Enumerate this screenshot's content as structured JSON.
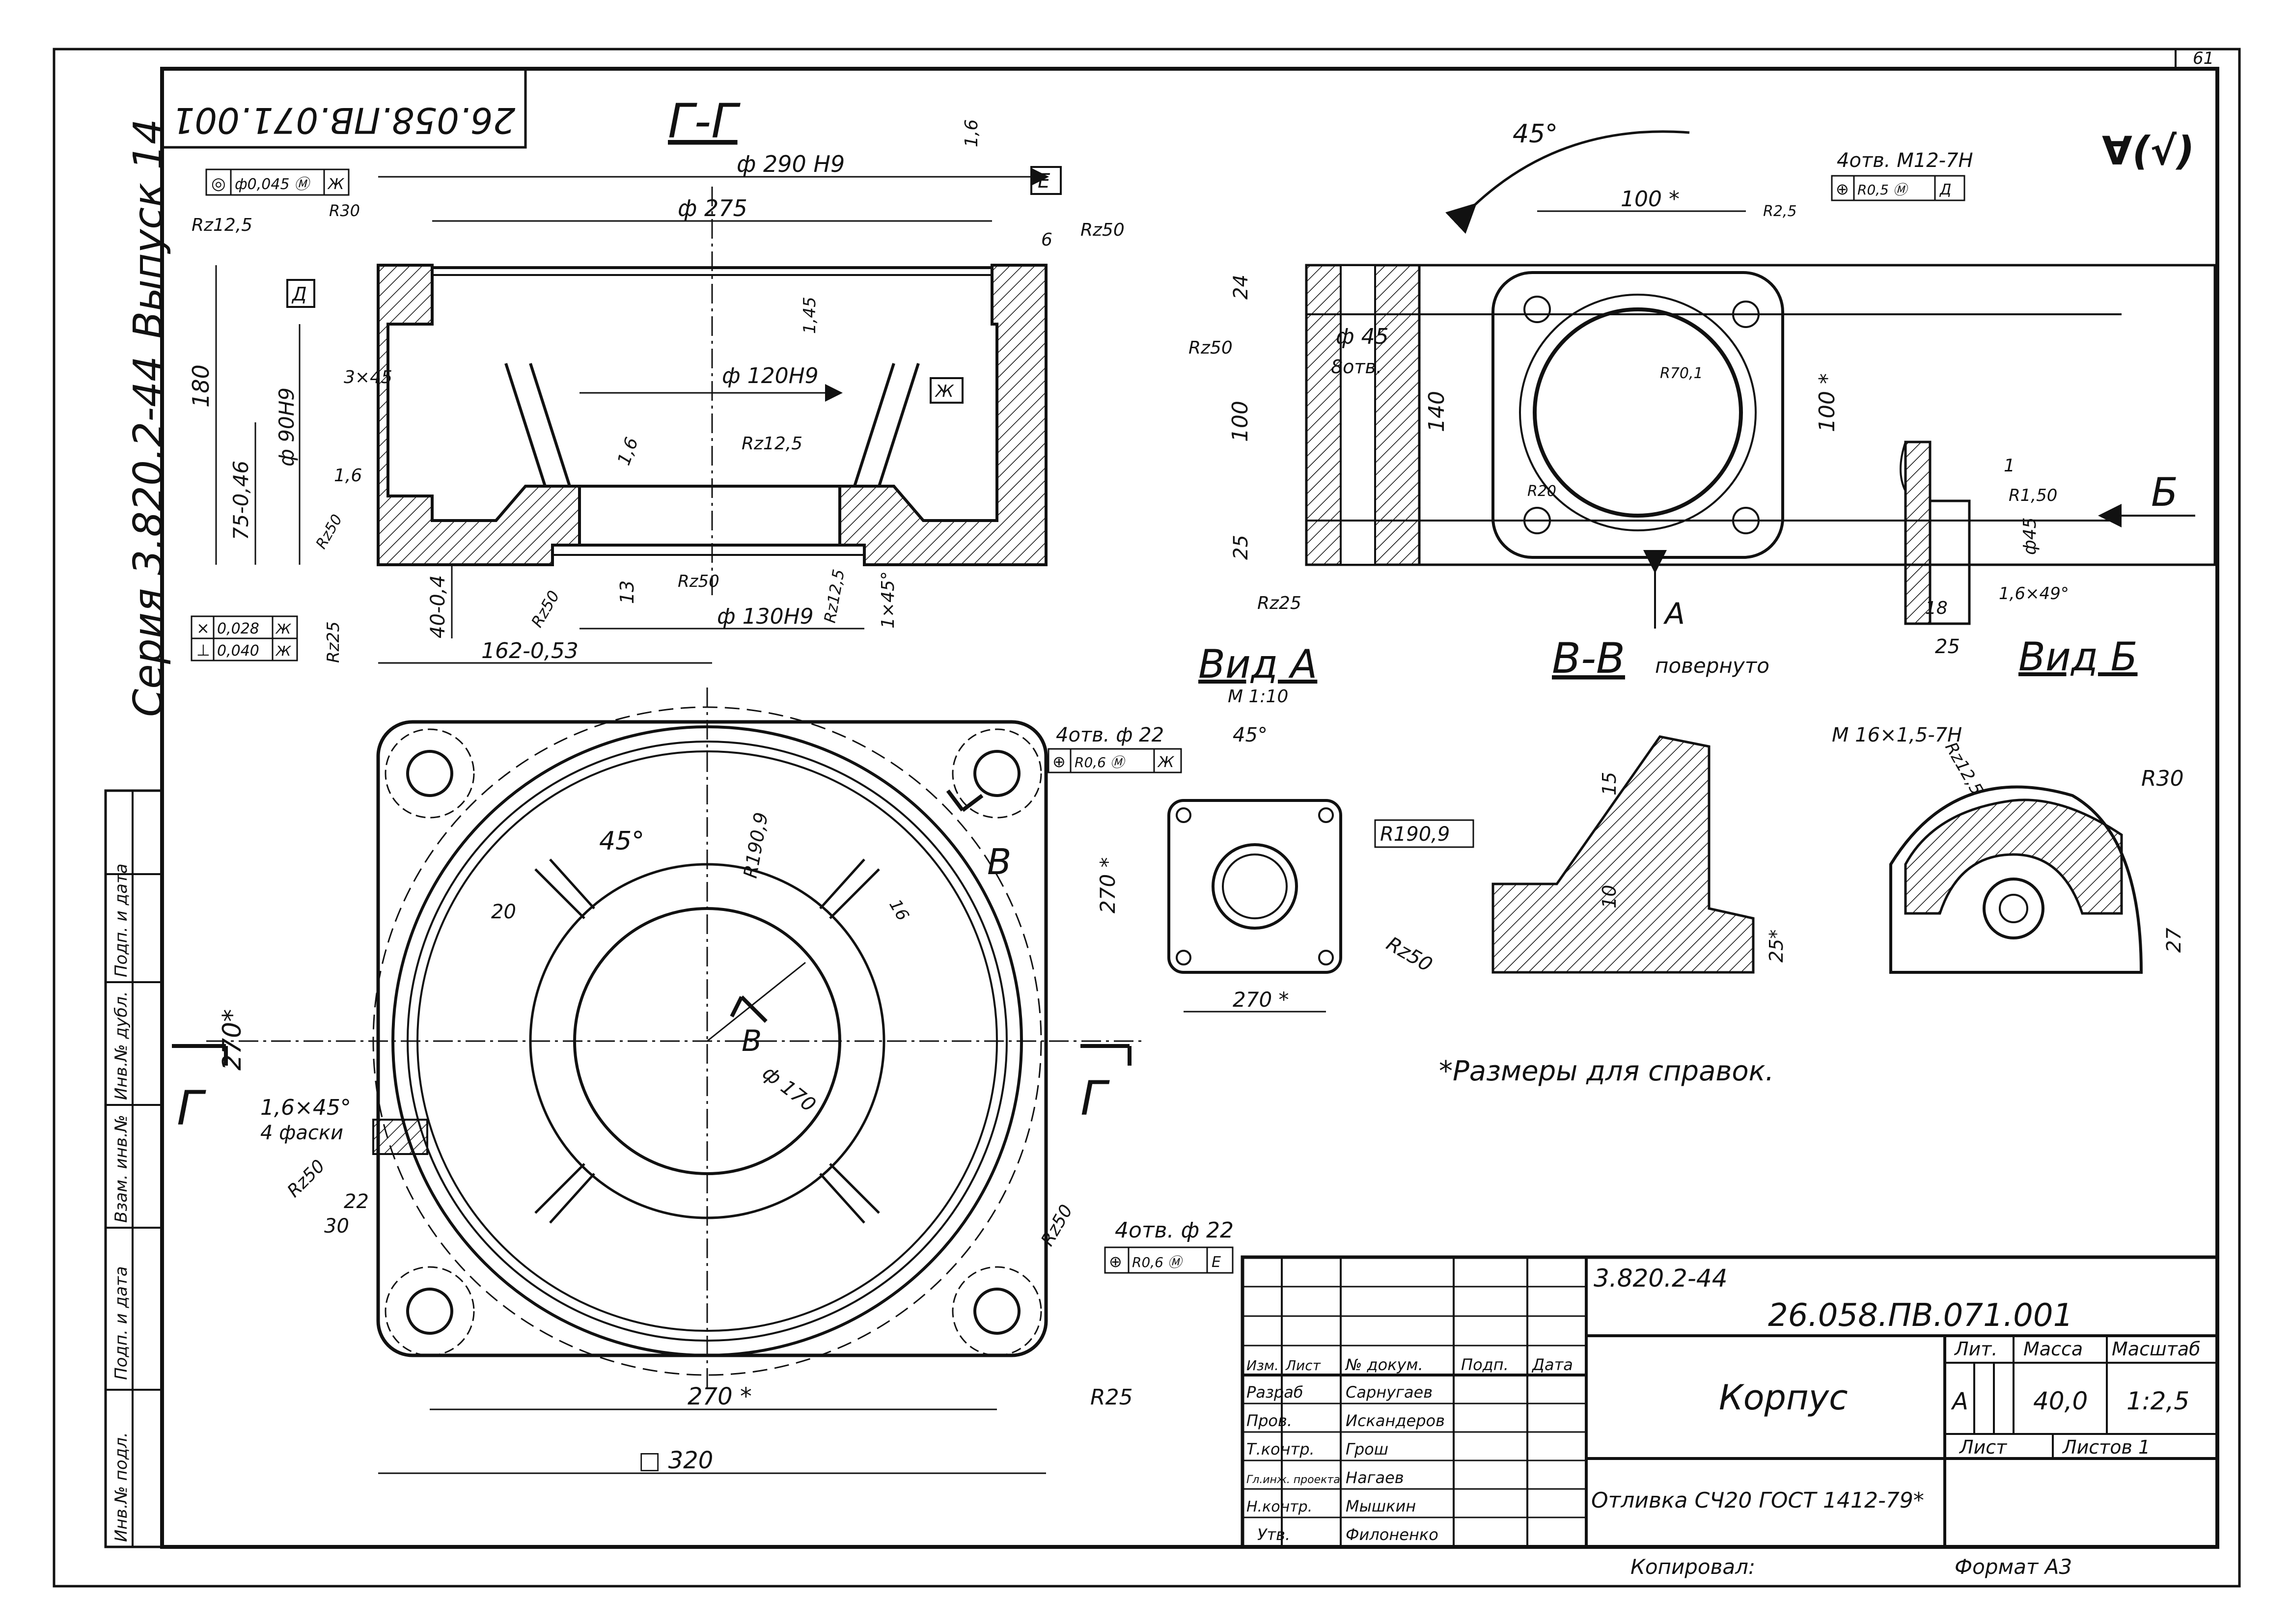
{
  "sheet_number": "61",
  "drawing_code_top": "26.058.ПВ.071.001",
  "series_label": "Серия 3.820.2-44",
  "issue_label": "Выпуск 14",
  "finish_symbol": "∀(√)",
  "section_gg": {
    "title": "Г-Г",
    "dims": {
      "d290": "ф 290 Н9",
      "d275": "ф 275",
      "d120": "ф 120Н9",
      "d90": "ф 90Н9",
      "d130": "ф 130Н9",
      "h180": "180",
      "h75": "75-0,46",
      "h40": "40-0,4",
      "l162": "162-0,53",
      "c3": "3×45",
      "c1": "1×45°",
      "v13": "13",
      "r30": "R30",
      "v6": "6",
      "v16a": "1,6",
      "v16b": "1,6",
      "v16c": "1,6",
      "v145": "1,45"
    },
    "roughness": [
      "Rz12,5",
      "Rz50",
      "Rz12,5",
      "Rz50",
      "Rz50",
      "Rz12,5",
      "Rz25",
      "Rz50"
    ],
    "tolerance_top": [
      "◎",
      "ф0,045 Ⓜ",
      "Ж"
    ],
    "tolerance_left_1": [
      "×",
      "0,028",
      "Ж"
    ],
    "tolerance_left_2": [
      "⊥",
      "0,040",
      "Ж"
    ],
    "datum_e": "Е",
    "datum_d": "Д",
    "datum_zh": "Ж"
  },
  "section_vv": {
    "title": "В-В",
    "note": "повернуто",
    "dims": {
      "angle": "45°",
      "w100": "100 *",
      "h100": "100 *",
      "h140": "140",
      "h100b": "100",
      "v24": "24",
      "v25": "25",
      "d45": "ф 45",
      "holes8": "8отв.",
      "r70": "R70,1",
      "r20": "R20",
      "r25": "R2,5"
    },
    "holes_spec": "4отв. М12-7Н",
    "tolerance": [
      "⊕",
      "R0,5 Ⓜ",
      "Д"
    ],
    "arrow_a": "А",
    "roughness": [
      "Rz50",
      "Rz25"
    ]
  },
  "view_b": {
    "title": "Вид Б",
    "arrow": "Б",
    "dims": {
      "v1": "1",
      "r50": "R1,50",
      "d45": "ф45",
      "v18": "18",
      "v25": "25",
      "c": "1,6×49°"
    }
  },
  "view_a": {
    "title": "Вид А",
    "scale": "М 1:10",
    "holes_spec": "4отв. ф 22",
    "tolerance": [
      "⊕",
      "R0,6 Ⓜ",
      "Ж"
    ],
    "dims": {
      "angle": "45°",
      "h270": "270 *",
      "w270": "270 *",
      "r190": "R190,9",
      "rz": "Rz50"
    }
  },
  "rib_detail": {
    "dims": {
      "v15": "15",
      "v10": "10",
      "v25": "25*"
    }
  },
  "boss_detail": {
    "spec": "М 16×1,5-7Н",
    "rz": "Rz12,5",
    "r30": "R30",
    "v27": "27"
  },
  "plan_view": {
    "dims": {
      "h270": "270*",
      "w270": "270 *",
      "w320": "□ 320",
      "angle": "45°",
      "r190": "R190,9",
      "d170": "ф 170",
      "v20": "20",
      "v16": "16",
      "chamfer": "1,6×45°",
      "chamfer_note": "4 фаски",
      "rz50": "Rz50",
      "v30": "30",
      "v22": "22",
      "r25": "R25",
      "rz50b": "Rz50"
    },
    "section_marks": [
      "Г",
      "Г",
      "В",
      "В"
    ],
    "holes_spec": "4отв. ф 22",
    "tolerance": [
      "⊕",
      "R0,6 Ⓜ",
      "Е"
    ]
  },
  "note": "*Размеры для справок.",
  "side_stamp": [
    "Инв.№ подл.",
    "Подп. и дата",
    "Взам. инв.№",
    "Инв.№ дубл.",
    "Подп. и дата"
  ],
  "title_block": {
    "series": "3.820.2-44",
    "code": "26.058.ПВ.071.001",
    "name": "Корпус",
    "material": "Отливка СЧ20 ГОСТ 1412-79*",
    "headers": [
      "Изм.",
      "Лист",
      "№ докум.",
      "Подп.",
      "Дата"
    ],
    "rows": [
      {
        "role": "Разраб",
        "person": "Сарнугаев"
      },
      {
        "role": "Пров.",
        "person": "Искандеров"
      },
      {
        "role": "Т.контр.",
        "person": "Грош"
      },
      {
        "role": "Гл.инж. проекта",
        "person": "Нагаев"
      },
      {
        "role": "Н.контр.",
        "person": "Мышкин"
      },
      {
        "role": "Утв.",
        "person": "Филоненко"
      }
    ],
    "lit_label": "Лит.",
    "mass_label": "Масса",
    "scale_label": "Масштаб",
    "lit_value": "А",
    "mass_value": "40,0",
    "scale_value": "1:2,5",
    "sheet_label": "Лист",
    "sheets_label": "Листов 1",
    "copied_label": "Копировал:",
    "format_label": "Формат А3"
  }
}
